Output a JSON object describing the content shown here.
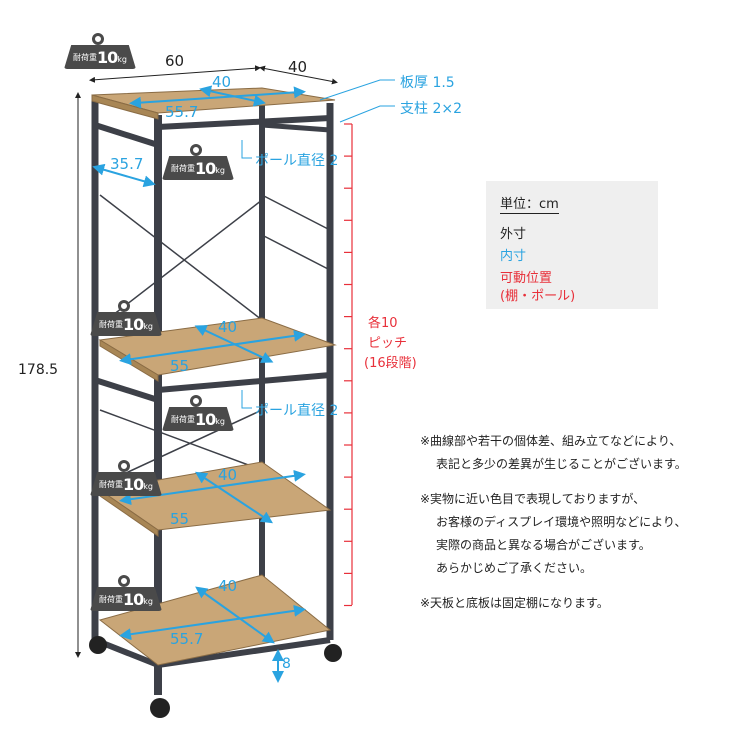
{
  "colors": {
    "outer": "#222222",
    "inner": "#2aa3e0",
    "adjustable": "#e8303a",
    "wood": "#c9a677",
    "frame": "#3d4048",
    "badge": "#4a4a4a"
  },
  "weight_badge": {
    "label": "耐荷重",
    "value": "10",
    "unit": "kg"
  },
  "dimensions": {
    "width": "60",
    "depth": "40",
    "height": "178.5",
    "board_thickness": "板厚 1.5",
    "post": "支柱 2×2",
    "pole_top": "ポール直径 2",
    "pole_mid": "ポール直径 2",
    "top_inner_depth": "40",
    "top_inner_width": "55.7",
    "side_inner": "35.7",
    "shelf2_depth": "40",
    "shelf2_width": "55",
    "shelf3_depth": "40",
    "shelf3_width": "55",
    "bottom_depth": "40",
    "bottom_width": "55.7",
    "floor_clearance": "8",
    "pitch": [
      "各10",
      "ピッチ",
      "(16段階)"
    ]
  },
  "legend": {
    "unit": "単位：cm",
    "outer": "外寸",
    "inner": "内寸",
    "adjustable_1": "可動位置",
    "adjustable_2": "(棚・ポール)"
  },
  "notes": [
    {
      "line1": "※曲線部や若干の個体差、組み立てなどにより、",
      "line2": "表記と多少の差異が生じることがございます。"
    },
    {
      "line1": "※実物に近い色目で表現しておりますが、",
      "line2": "お客様のディスプレイ環境や照明などにより、",
      "line3": "実際の商品と異なる場合がございます。",
      "line4": "あらかじめご了承ください。"
    },
    {
      "line1": "※天板と底板は固定棚になります。"
    }
  ]
}
